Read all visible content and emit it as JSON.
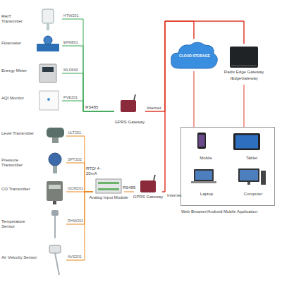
{
  "diagram": {
    "nodes": [
      {
        "text": [
          "RH/T Transmitter",
          "HTW201"
        ]
      },
      {
        "text": [
          "Flowmeter",
          "EFM801"
        ]
      },
      {
        "text": [
          "Energy Meter",
          "MLD660"
        ]
      },
      {
        "text": [
          "AQI Monitor",
          "PVE201"
        ]
      },
      {
        "text": [
          "GPRS Gateway"
        ]
      },
      {
        "text": [
          "Level Transmitter",
          "ULT201"
        ]
      },
      {
        "text": [
          "Pressure Transmitter",
          "SPT202"
        ]
      },
      {
        "text": [
          "CO Transmitter",
          "GCM201"
        ]
      },
      {
        "text": [
          "Temperature Sensor",
          "RHW201"
        ]
      },
      {
        "text": [
          "Air Velocity Sensor",
          "AVS201"
        ]
      },
      {
        "text": [
          "Analog Input Module"
        ]
      },
      {
        "text": [
          "GPRS Gateway"
        ]
      },
      {
        "text": [
          "CLOUD STORAGE"
        ]
      },
      {
        "text": [
          "Radix Edge Gateway",
          "rEdgeGateway"
        ]
      },
      {
        "text": [
          "Web Browser/Android Mobile Application"
        ]
      },
      {
        "text": [
          "Mobile"
        ],
        "in": 14
      },
      {
        "text": [
          "Tablet"
        ],
        "in": 14
      },
      {
        "text": [
          "Laptop"
        ],
        "in": 14
      },
      {
        "text": [
          "Computer"
        ],
        "in": 14
      }
    ],
    "edges": [
      {
        "from": 0,
        "to": 4,
        "arrow": "none"
      },
      {
        "from": 1,
        "to": 4,
        "arrow": "none"
      },
      {
        "from": 2,
        "to": 4,
        "arrow": "none"
      },
      {
        "from": 3,
        "to": 4,
        "label": "RS485",
        "arrow": "none"
      },
      {
        "from": 4,
        "to": 12,
        "label": "Internet",
        "arrow": "none"
      },
      {
        "from": 4,
        "to": 13,
        "arrow": "none"
      },
      {
        "from": 5,
        "to": 10,
        "label": "RTD/ 4-20mA",
        "arrow": "none"
      },
      {
        "from": 6,
        "to": 10,
        "arrow": "none"
      },
      {
        "from": 7,
        "to": 10,
        "arrow": "none"
      },
      {
        "from": 8,
        "to": 10,
        "arrow": "none"
      },
      {
        "from": 9,
        "to": 10,
        "arrow": "none"
      },
      {
        "from": 10,
        "to": 11,
        "label": "RS485",
        "arrow": "none"
      },
      {
        "from": 11,
        "to": 12,
        "label": "Internet",
        "arrow": "none"
      },
      {
        "from": 11,
        "to": 13,
        "arrow": "none"
      },
      {
        "from": 12,
        "to": 14,
        "arrow": "none"
      },
      {
        "from": 13,
        "to": 14,
        "arrow": "none"
      }
    ]
  }
}
